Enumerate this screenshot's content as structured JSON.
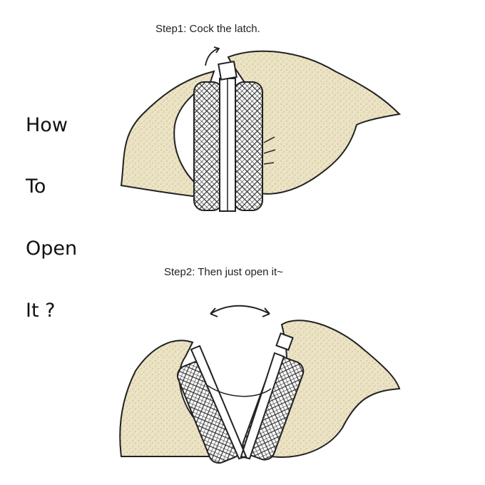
{
  "title_words": [
    "How",
    "To",
    "Open",
    "It ?"
  ],
  "steps": [
    {
      "label": "Step1: Cock the latch."
    },
    {
      "label": "Step2: Then just open it~"
    }
  ],
  "colors": {
    "skin": "#ebe3c4",
    "speckle": "#b8ab7d",
    "ink": "#222222"
  }
}
